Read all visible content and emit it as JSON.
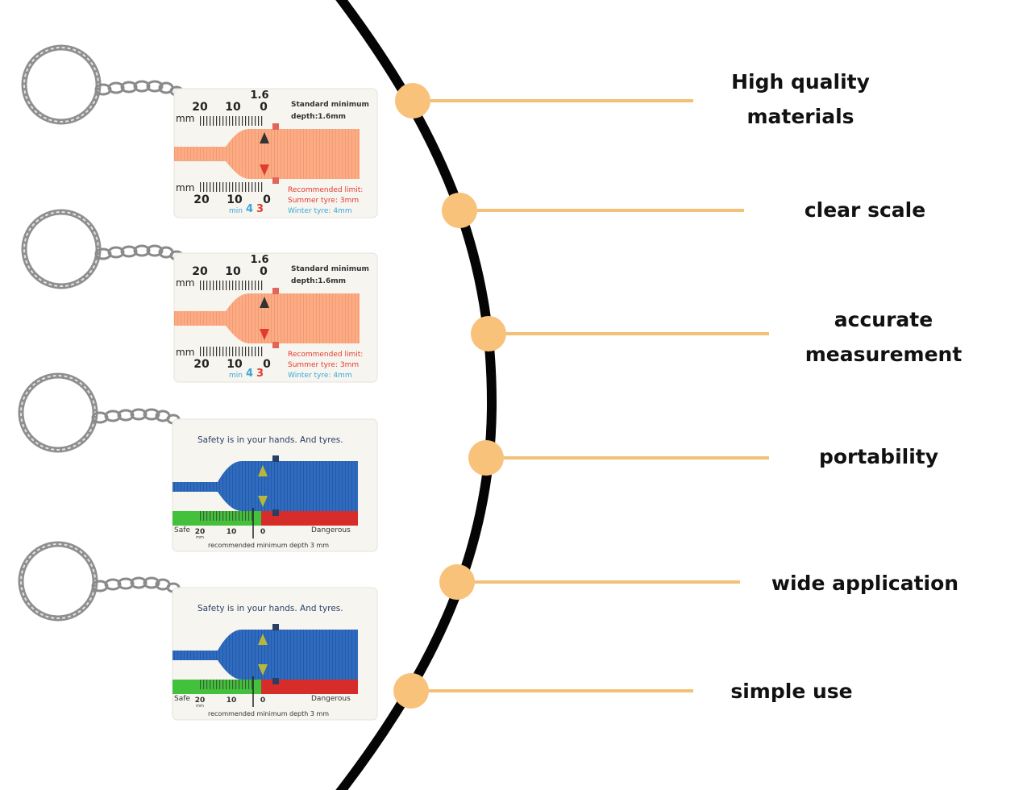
{
  "features": [
    {
      "lines": [
        "High quality",
        "materials"
      ]
    },
    {
      "lines": [
        "clear scale"
      ]
    },
    {
      "lines": [
        "accurate",
        "measurement"
      ]
    },
    {
      "lines": [
        "portability"
      ]
    },
    {
      "lines": [
        "wide application"
      ]
    },
    {
      "lines": [
        "simple use"
      ]
    }
  ],
  "colors": {
    "accent_dot": "#f9c27a",
    "connector_line": "#f3c077",
    "arc": "#050505",
    "gauge_orange": "#fcac84",
    "gauge_blue": "#2f6bbf",
    "gauge_green": "#44c13c",
    "gauge_red": "#d62d2a",
    "card_bg": "#f7f5f0"
  },
  "orange_gauge": {
    "unit": "mm",
    "top_ticks": [
      "20",
      "10",
      "0"
    ],
    "top_marker": "1.6",
    "bottom_ticks": [
      "20",
      "10",
      "0"
    ],
    "bottom_min_label": "min",
    "bottom_min_4": "4",
    "bottom_min_3": "3",
    "standard_line1": "Standard minimum",
    "standard_line2": "depth:1.6mm",
    "recommended": "Recommended limit:",
    "summer": "Summer tyre: 3mm",
    "winter": "Winter tyre: 4mm"
  },
  "blue_gauge": {
    "slogan": "Safety is in your hands. And tyres.",
    "safe": "Safe",
    "ticks": [
      "20",
      "10",
      "0"
    ],
    "tick_unit": "mm",
    "dangerous": "Dangerous",
    "footer": "recommended minimum depth 3 mm"
  }
}
